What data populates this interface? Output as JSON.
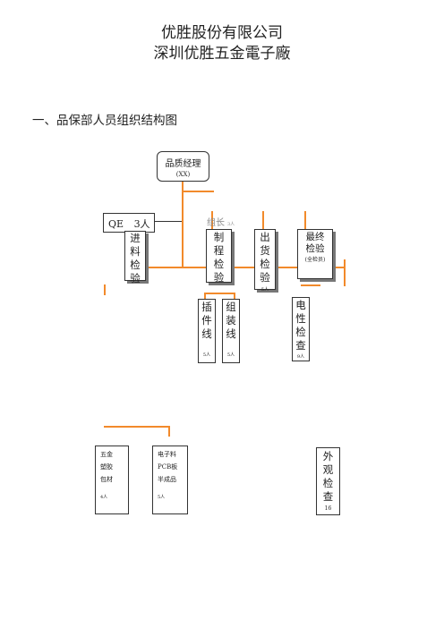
{
  "header": {
    "company": "优胜股份有限公司",
    "factory": "深圳优胜五金電子廠"
  },
  "section_title": "一、品保部人员组织结构图",
  "nodes": {
    "manager": {
      "line1": "品质经理",
      "line2": "(XX)"
    },
    "qe": {
      "label": "QE",
      "count": "3人"
    },
    "leader": {
      "label": "组长",
      "count": "3人"
    },
    "incoming": {
      "chars": [
        "进",
        "料",
        "检",
        "验"
      ]
    },
    "process": {
      "chars": [
        "制",
        "程",
        "检",
        "验"
      ]
    },
    "shipping": {
      "chars": [
        "出",
        "货",
        "检",
        "验"
      ],
      "count": "5人"
    },
    "final": {
      "line1": "最终",
      "line2": "检验",
      "line3": "(全检员)"
    },
    "insert_line": {
      "chars": [
        "插",
        "件",
        "线"
      ],
      "count": "5人"
    },
    "assembly_line": {
      "chars": [
        "组",
        "装",
        "线"
      ],
      "count": "5人"
    },
    "electrical": {
      "chars": [
        "电",
        "性",
        "检",
        "查"
      ],
      "count": "9人"
    },
    "hardware": {
      "lines": [
        "五金",
        "塑胶",
        "包材"
      ],
      "count": "4人"
    },
    "electronic": {
      "lines": [
        "电子料",
        "PCB板",
        "半成品"
      ],
      "count": "5人"
    },
    "appearance": {
      "chars": [
        "外",
        "观",
        "检",
        "查"
      ],
      "count": "16"
    }
  },
  "colors": {
    "connector": "#f28a2b",
    "border": "#333333"
  }
}
